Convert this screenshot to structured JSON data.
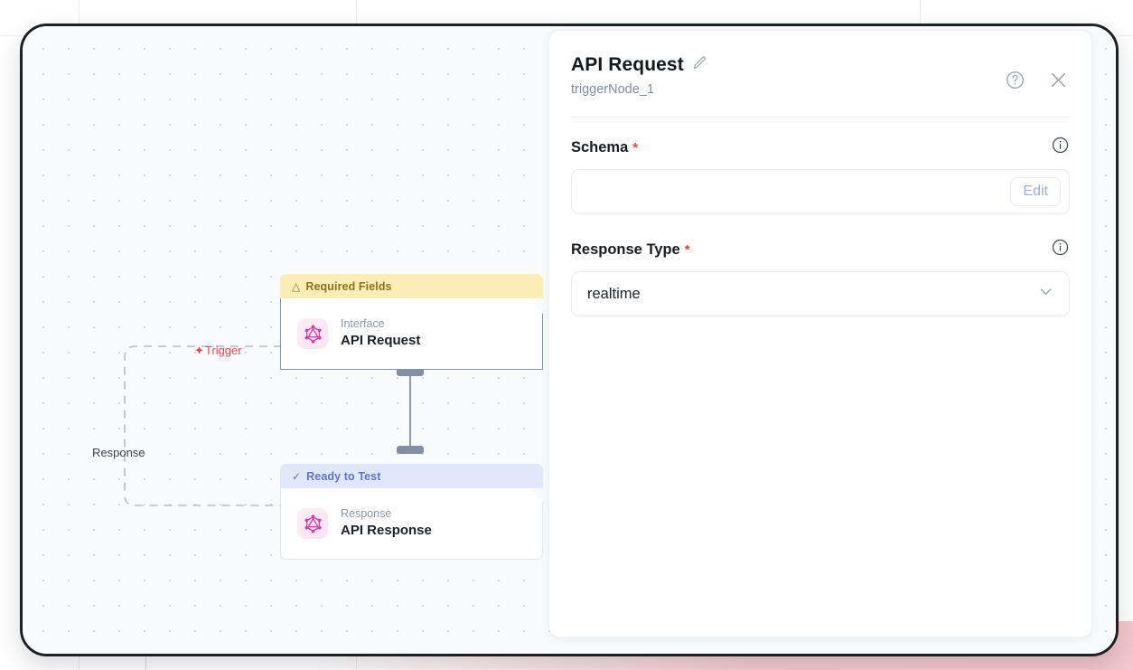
{
  "frame": {
    "background_color": "#f8fafc",
    "border_color": "#1d1f23"
  },
  "canvas": {
    "edges": [
      {
        "label": "Trigger",
        "icon": "lightning-bolt-icon",
        "color": "#f2443f"
      },
      {
        "label": "Response",
        "color": "#3c4450"
      }
    ],
    "nodes": [
      {
        "status_label": "Required Fields",
        "status_icon": "warning-triangle-icon",
        "status_bg": "#fcedb6",
        "status_color": "#8a7321",
        "category": "Interface",
        "title": "API Request",
        "icon": "graphql-icon",
        "selected": true
      },
      {
        "status_label": "Ready to Test",
        "status_icon": "check-icon",
        "status_bg": "#e2e8fb",
        "status_color": "#6271d6",
        "category": "Response",
        "title": "API Response",
        "icon": "graphql-icon",
        "selected": false
      }
    ]
  },
  "panel": {
    "title": "API Request",
    "edit_title_icon": "pencil-icon",
    "subtitle": "triggerNode_1",
    "help_icon": "question-circle-icon",
    "close_icon": "close-icon",
    "fields": [
      {
        "label": "Schema",
        "required_marker": "*",
        "info_icon": "info-circle-icon",
        "type": "text-with-button",
        "value": "",
        "button_label": "Edit"
      },
      {
        "label": "Response Type",
        "required_marker": "*",
        "info_icon": "info-circle-icon",
        "type": "select",
        "value": "realtime",
        "chevron_icon": "chevron-down-icon"
      }
    ]
  },
  "colors": {
    "required_red": "#f0453c",
    "trigger_red": "#f2443f",
    "node_accent_pink": "#e535ab",
    "ready_blue": "#6271d6",
    "warn_yellow": "#fcedb6"
  }
}
